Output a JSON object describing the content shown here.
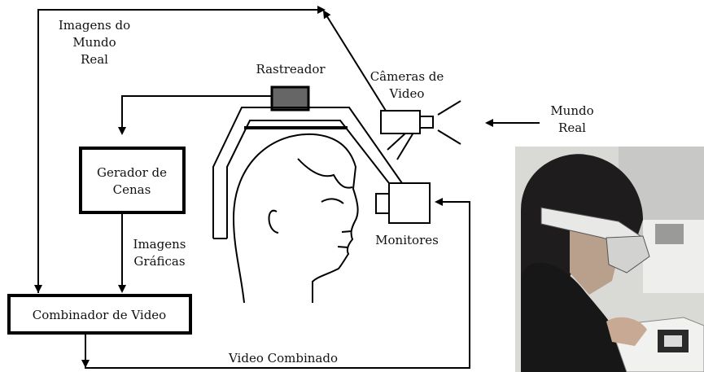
{
  "diagram": {
    "labels": {
      "real_world_images": [
        "Imagens do",
        "Mundo",
        "Real"
      ],
      "tracker": "Rastreador",
      "video_cameras": [
        "Câmeras de",
        "Video"
      ],
      "real_world": [
        "Mundo",
        "Real"
      ],
      "scene_generator": [
        "Gerador de",
        "Cenas"
      ],
      "graphic_images": [
        "Imagens",
        "Gráficas"
      ],
      "monitors": "Monitores",
      "video_combiner": "Combinador de Video",
      "combined_video": "Video Combinado"
    }
  },
  "colors": {
    "line": "#000000",
    "tracker_fill": "#666666",
    "background": "#ffffff"
  }
}
